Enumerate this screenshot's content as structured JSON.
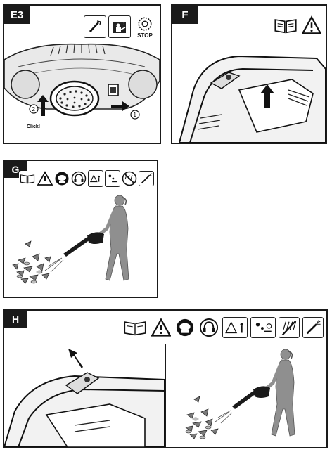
{
  "panels": {
    "e3": {
      "label": "E3",
      "stop_text": "STOP",
      "click_text": "Click!",
      "step1": "1",
      "step2": "2",
      "icons": [
        "tool-no-nozzle-icon",
        "operator-with-blower-icon",
        "stop-wheel-icon"
      ]
    },
    "f": {
      "label": "F",
      "icons": [
        "manual-book-icon",
        "warning-triangle-icon"
      ]
    },
    "g": {
      "label": "G",
      "icons": [
        "manual-book-icon",
        "warning-triangle-icon",
        "face-mask-icon",
        "ear-protection-icon",
        "keep-bystanders-away-icon",
        "flying-debris-icon",
        "no-rain-icon",
        "nozzle-icon"
      ]
    },
    "h": {
      "label": "H",
      "icons": [
        "manual-book-icon",
        "warning-triangle-icon",
        "face-mask-icon",
        "ear-protection-icon",
        "keep-bystanders-away-icon",
        "flying-debris-icon",
        "no-rain-icon",
        "nozzle-icon"
      ]
    }
  },
  "colors": {
    "ink": "#1a1a1a",
    "figure": "#8f8f8f",
    "light": "#d9d9d9"
  }
}
